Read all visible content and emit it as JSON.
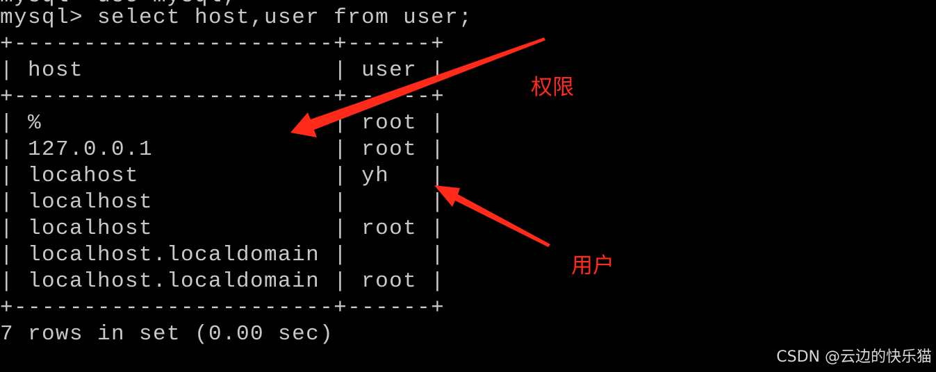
{
  "terminal": {
    "partial_top_line": "mysql> use mysql;",
    "command_line": "mysql> select host,user from user;",
    "border_line": "+-----------------------+------+",
    "header_line": "| host                  | user |",
    "rows": [
      "| %                     | root |",
      "| 127.0.0.1             | root |",
      "| locahost              | yh   |",
      "| localhost             |      |",
      "| localhost             | root |",
      "| localhost.localdomain |      |",
      "| localhost.localdomain | root |"
    ],
    "result_line": "7 rows in set (0.00 sec)"
  },
  "annotations": {
    "host_label": "权限",
    "user_label": "用户",
    "color": "#ff2a1a"
  },
  "watermark": "CSDN @云边的快乐猫"
}
